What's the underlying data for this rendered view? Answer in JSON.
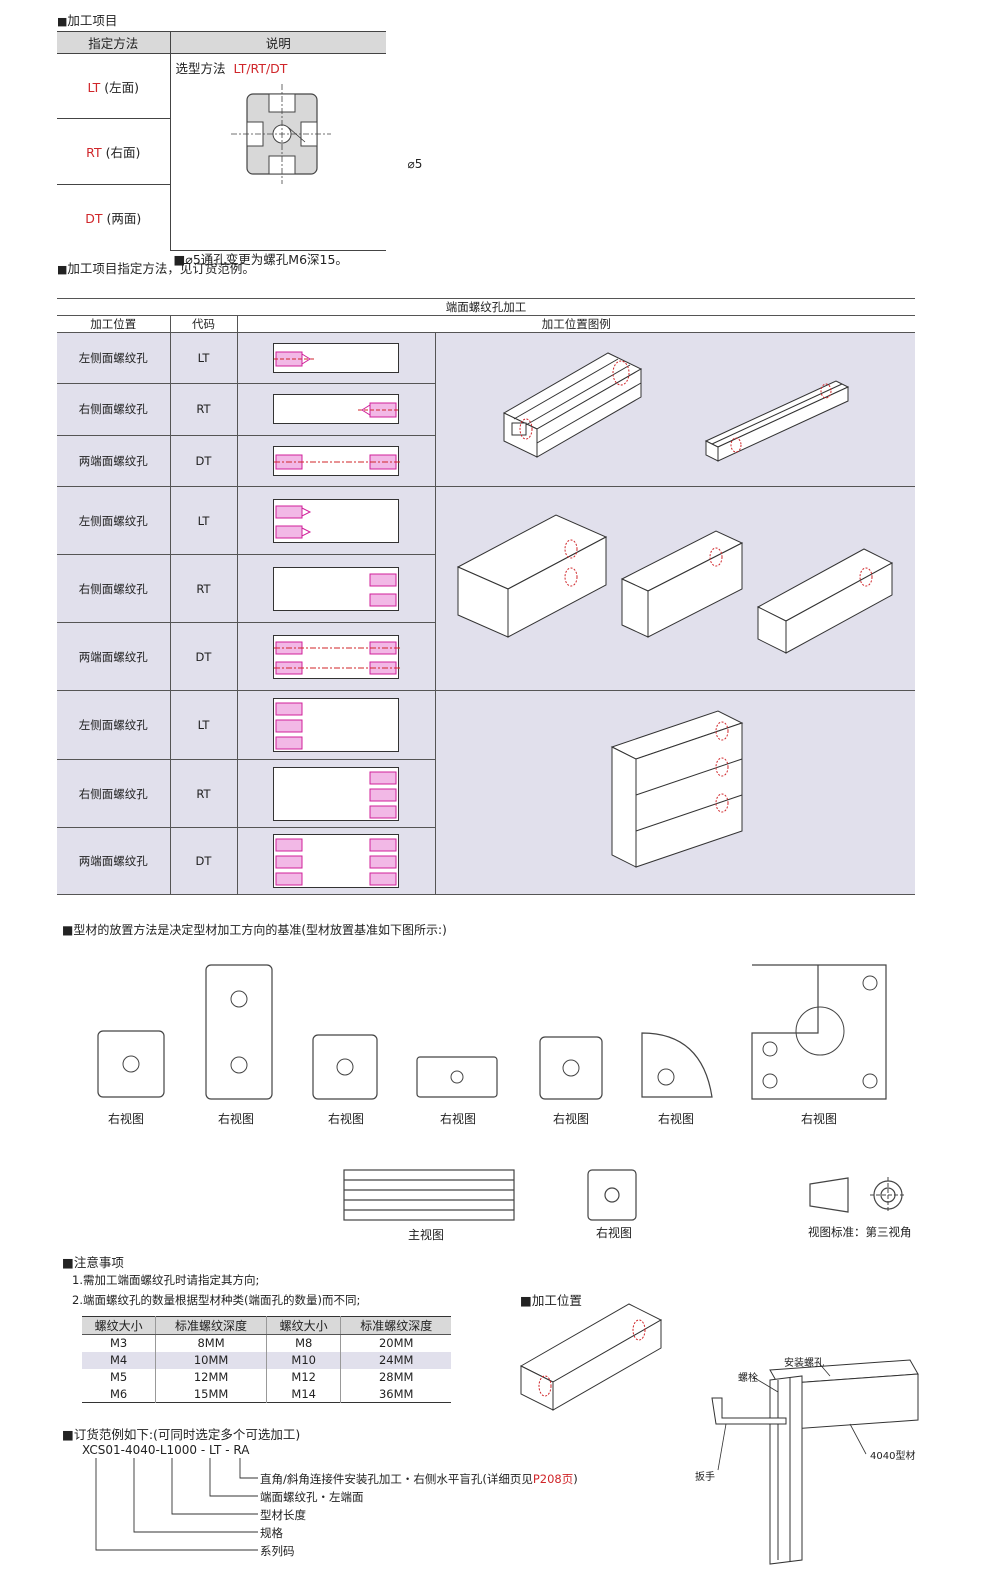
{
  "section1": {
    "title": "加工项目",
    "col1": "指定方法",
    "col2": "说明",
    "rows": [
      {
        "code": "LT",
        "desc": " (左面)"
      },
      {
        "code": "RT",
        "desc": " (右面)"
      },
      {
        "code": "DT",
        "desc": " (两面)"
      }
    ],
    "method_label": "选型方法",
    "method_value": "LT/RT/DT",
    "diameter": "⌀5",
    "note": "■⌀5通孔变更为螺孔M6深15。",
    "footer": "加工项目指定方法，见订货范例。"
  },
  "main_table": {
    "title": "端面螺纹孔加工",
    "headers": [
      "加工位置",
      "代码",
      "加工位置图例"
    ],
    "groups": [
      {
        "rows": [
          {
            "pos": "左侧面螺纹孔",
            "code": "LT"
          },
          {
            "pos": "右侧面螺纹孔",
            "code": "RT"
          },
          {
            "pos": "两端面螺纹孔",
            "code": "DT"
          }
        ]
      },
      {
        "rows": [
          {
            "pos": "左侧面螺纹孔",
            "code": "LT"
          },
          {
            "pos": "右侧面螺纹孔",
            "code": "RT"
          },
          {
            "pos": "两端面螺纹孔",
            "code": "DT"
          }
        ]
      },
      {
        "rows": [
          {
            "pos": "左侧面螺纹孔",
            "code": "LT"
          },
          {
            "pos": "右侧面螺纹孔",
            "code": "RT"
          },
          {
            "pos": "两端面螺纹孔",
            "code": "DT"
          }
        ]
      }
    ]
  },
  "placement": {
    "title": "型材的放置方法是决定型材加工方向的基准(型材放置基准如下图所示:)",
    "view_labels": [
      "右视图",
      "右视图",
      "右视图",
      "右视图",
      "右视图",
      "右视图",
      "右视图"
    ],
    "front_label": "主视图",
    "right_label": "右视图",
    "standard_label": "视图标准：第三视角"
  },
  "notes": {
    "title": "注意事项",
    "items": [
      "1.需加工端面螺纹孔时请指定其方向;",
      "2.端面螺纹孔的数量根据型材种类(端面孔的数量)而不同;"
    ],
    "table_headers": [
      "螺纹大小",
      "标准螺纹深度",
      "螺纹大小",
      "标准螺纹深度"
    ],
    "table_rows": [
      [
        "M3",
        "8MM",
        "M8",
        "20MM"
      ],
      [
        "M4",
        "10MM",
        "M10",
        "24MM"
      ],
      [
        "M5",
        "12MM",
        "M12",
        "28MM"
      ],
      [
        "M6",
        "15MM",
        "M14",
        "36MM"
      ]
    ]
  },
  "position": {
    "title": "加工位置",
    "labels": {
      "bolt": "螺栓",
      "hole": "安装螺孔",
      "wrench": "扳手",
      "profile": "4040型材"
    }
  },
  "order": {
    "title": "订货范例如下:(可同时选定多个可选加工)",
    "code_parts": [
      "XCS01",
      "-4040",
      "-L1000",
      " - LT",
      " - RA"
    ],
    "explain": [
      {
        "text": "直角/斜角连接件安装孔加工・右侧水平盲孔(详细页见",
        "link": "P208页",
        "tail": ")"
      },
      {
        "text": "端面螺纹孔・左端面"
      },
      {
        "text": "型材长度"
      },
      {
        "text": "规格"
      },
      {
        "text": "系列码"
      }
    ]
  }
}
